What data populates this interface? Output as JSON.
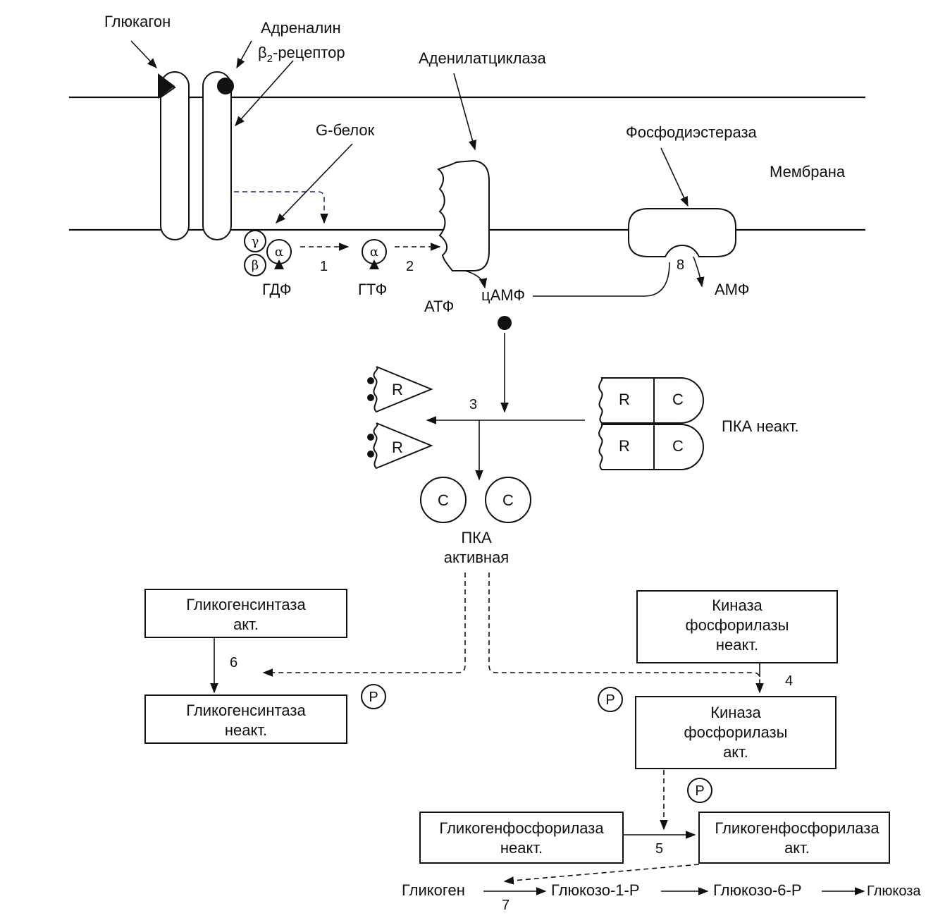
{
  "labels": {
    "glucagon": "Глюкагон",
    "adrenaline": "Адреналин",
    "beta2_receptor_greek": "β",
    "beta2_receptor_sub": "2",
    "beta2_receptor_rest": "-рецептор",
    "adenylate_cyclase": "Аденилатциклаза",
    "g_protein": "G-белок",
    "phosphodiesterase": "Фосфодиэстераза",
    "membrane": "Мембрана",
    "gamma": "γ",
    "alpha": "α",
    "beta": "β",
    "gdp": "ГДФ",
    "gtp": "ГТФ",
    "atp": "АТФ",
    "camp": "цАМФ",
    "amp": "АМФ",
    "r": "R",
    "c": "C",
    "pka_inactive": "ПКА неакт.",
    "pka_active_line1": "ПКА",
    "pka_active_line2": "активная",
    "phospho": "P",
    "glycogen_synthase_active_line1": "Гликогенсинтаза",
    "glycogen_synthase_active_line2": "акт.",
    "glycogen_synthase_inactive_line1": "Гликогенсинтаза",
    "glycogen_synthase_inactive_line2": "неакт.",
    "phk_inactive_line1": "Киназа",
    "phk_inactive_line2": "фосфорилазы",
    "phk_inactive_line3": "неакт.",
    "phk_active_line1": "Киназа",
    "phk_active_line2": "фосфорилазы",
    "phk_active_line3": "акт.",
    "gp_inactive_line1": "Гликогенфосфорилаза",
    "gp_inactive_line2": "неакт.",
    "gp_active_line1": "Гликогенфосфорилаза",
    "gp_active_line2": "акт.",
    "glycogen": "Гликоген",
    "glucose_1_p": "Глюкозо-1-Р",
    "glucose_6_p": "Глюкозо-6-Р",
    "glucose": "Глюкоза"
  },
  "steps": {
    "s1": "1",
    "s2": "2",
    "s3": "3",
    "s4": "4",
    "s5": "5",
    "s6": "6",
    "s7": "7",
    "s8": "8"
  }
}
